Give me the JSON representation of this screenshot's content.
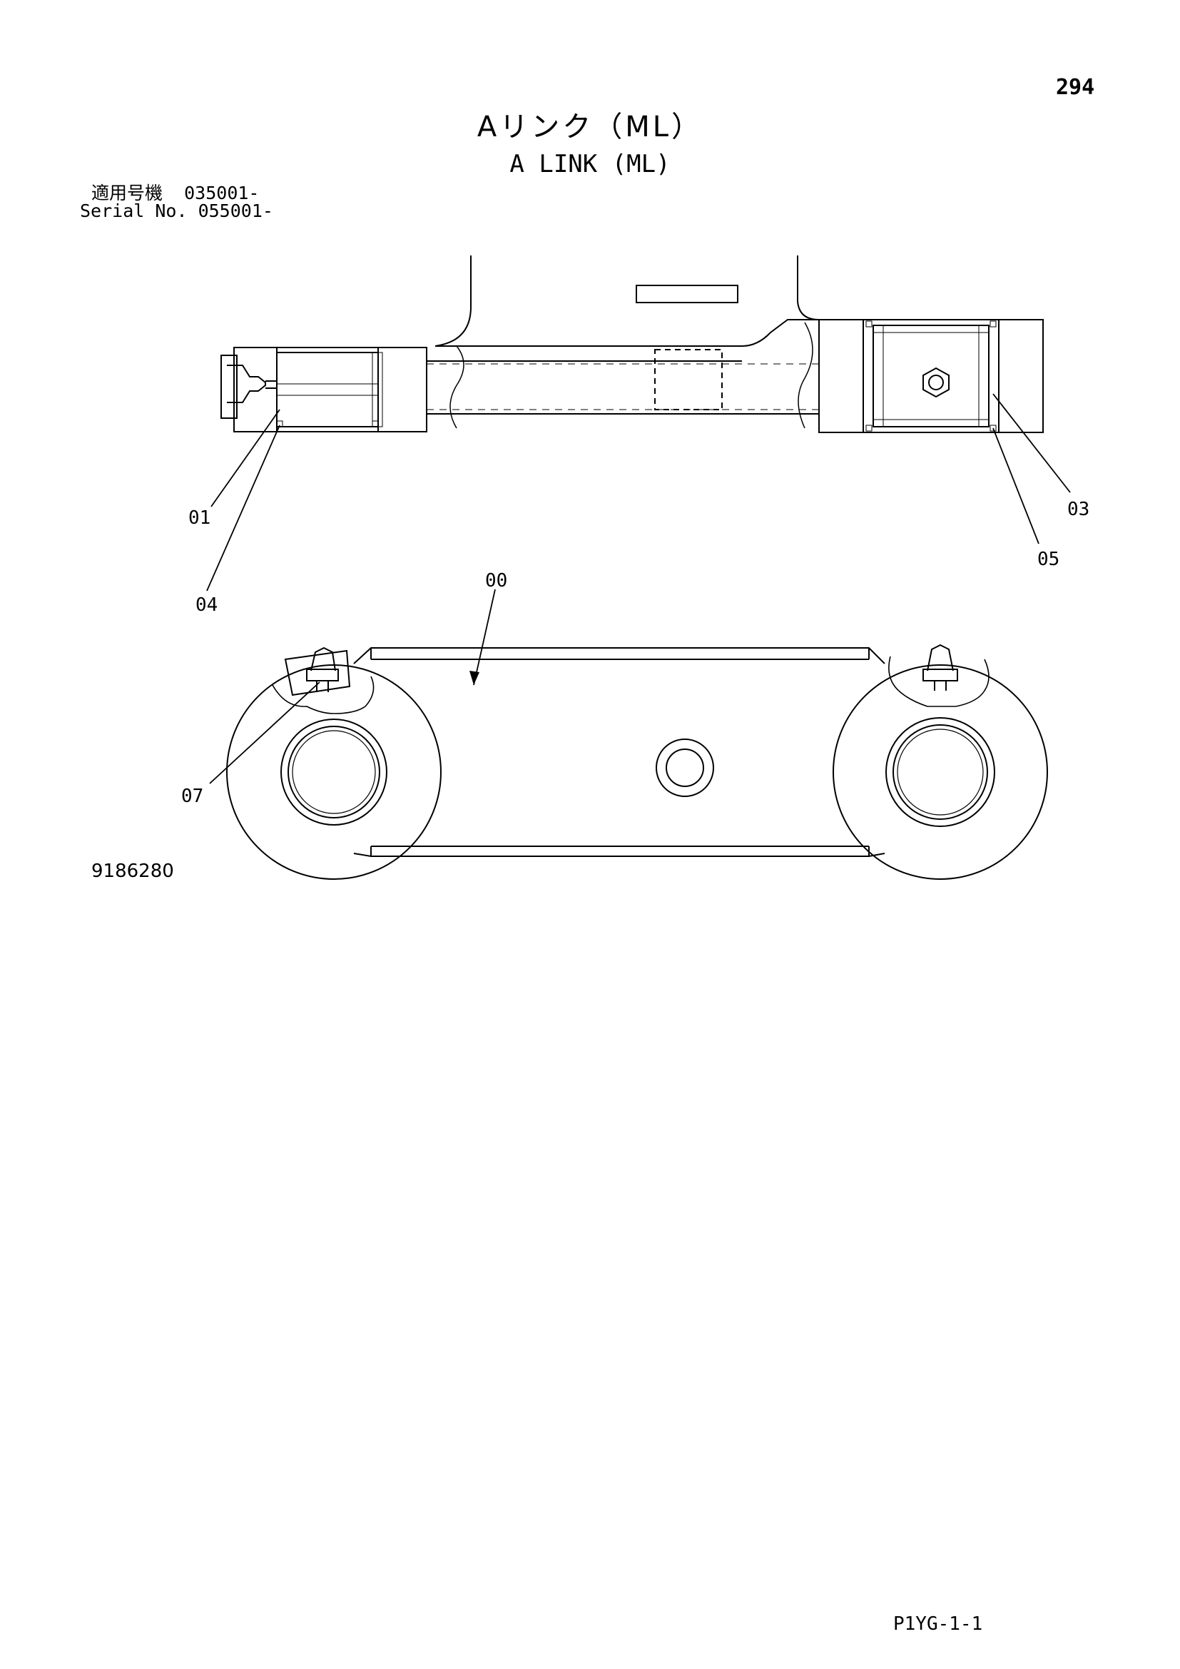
{
  "page_number": "294",
  "title_jp": "Aリンク（ML）",
  "title_en": "A LINK (ML)",
  "serial": {
    "label_jp": "適用号機",
    "value_jp": "035001-",
    "label_en": "Serial No.",
    "value_en": "055001-"
  },
  "drawing_number": "9186280",
  "sheet_code": "P1YG-1-1",
  "callouts": {
    "c00": "00",
    "c01": "01",
    "c03": "03",
    "c04": "04",
    "c05": "05",
    "c07": "07"
  }
}
